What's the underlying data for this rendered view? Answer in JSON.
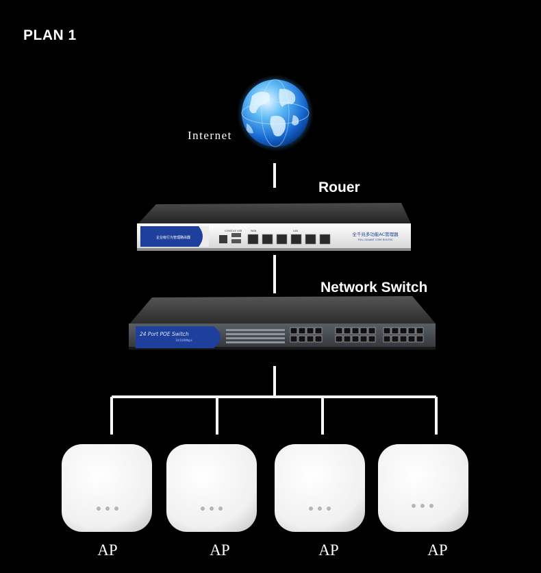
{
  "page": {
    "title": "PLAN 1"
  },
  "internet": {
    "label": "Internet",
    "icon": "globe-icon"
  },
  "router": {
    "label": "Rouer",
    "brand_text": "企业级行为管理路由器",
    "model_text": "全千兆多功能AC管理器",
    "model_subtext": "FULL GIGABIT CORE ROUTES",
    "port_header_console": "CONSOLE",
    "port_header_usb": "USB",
    "port_header_wan": "WAN",
    "port_header_lan": "LAN"
  },
  "switch": {
    "label": "Network Switch",
    "panel_title": "24 Port POE Switch",
    "panel_subtitle": "10/100Mbps"
  },
  "access_points": [
    {
      "label": "AP"
    },
    {
      "label": "AP"
    },
    {
      "label": "AP"
    },
    {
      "label": "AP"
    }
  ],
  "colors": {
    "background": "#000000",
    "line": "#ffffff",
    "device_blue": "#1e3f9c",
    "ap_body": "#f3f3f3"
  }
}
